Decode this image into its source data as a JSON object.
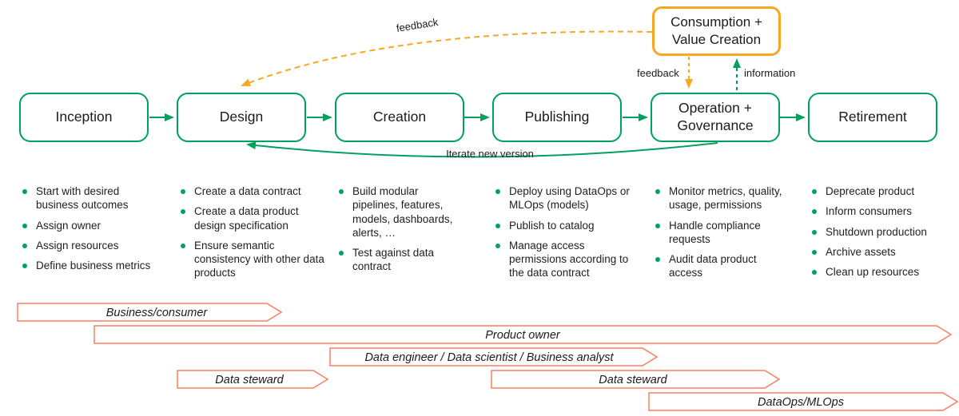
{
  "palette": {
    "green": "#00a160",
    "amber": "#f7a823",
    "salmon": "#f87e62",
    "text": "#1c1c1c"
  },
  "top_box": {
    "title": "Consumption + Value Creation"
  },
  "labels": {
    "feedback_curve": "feedback",
    "feedback_vertical": "feedback",
    "information": "information",
    "iterate": "Iterate new version"
  },
  "stages": [
    {
      "name": "Inception",
      "bullets": [
        "Start with desired business outcomes",
        "Assign owner",
        "Assign resources",
        "Define business metrics"
      ]
    },
    {
      "name": "Design",
      "bullets": [
        "Create a data contract",
        "Create a data product design specification",
        "Ensure semantic consistency with other data products"
      ]
    },
    {
      "name": "Creation",
      "bullets": [
        "Build modular pipelines, features, models, dashboards, alerts, …",
        "Test against data contract"
      ]
    },
    {
      "name": "Publishing",
      "bullets": [
        "Deploy using DataOps or MLOps (models)",
        "Publish to catalog",
        "Manage access permissions according to the data contract"
      ]
    },
    {
      "name": "Operation + Governance",
      "bullets": [
        "Monitor metrics, quality, usage, permissions",
        "Handle compliance requests",
        "Audit data product access"
      ]
    },
    {
      "name": "Retirement",
      "bullets": [
        "Deprecate product",
        "Inform consumers",
        "Shutdown production",
        "Archive assets",
        "Clean up resources"
      ]
    }
  ],
  "roles": [
    {
      "label": "Business/consumer"
    },
    {
      "label": "Product owner"
    },
    {
      "label": "Data engineer / Data scientist / Business analyst"
    },
    {
      "label": "Data steward"
    },
    {
      "label": "Data steward"
    },
    {
      "label": "DataOps/MLOps"
    }
  ]
}
